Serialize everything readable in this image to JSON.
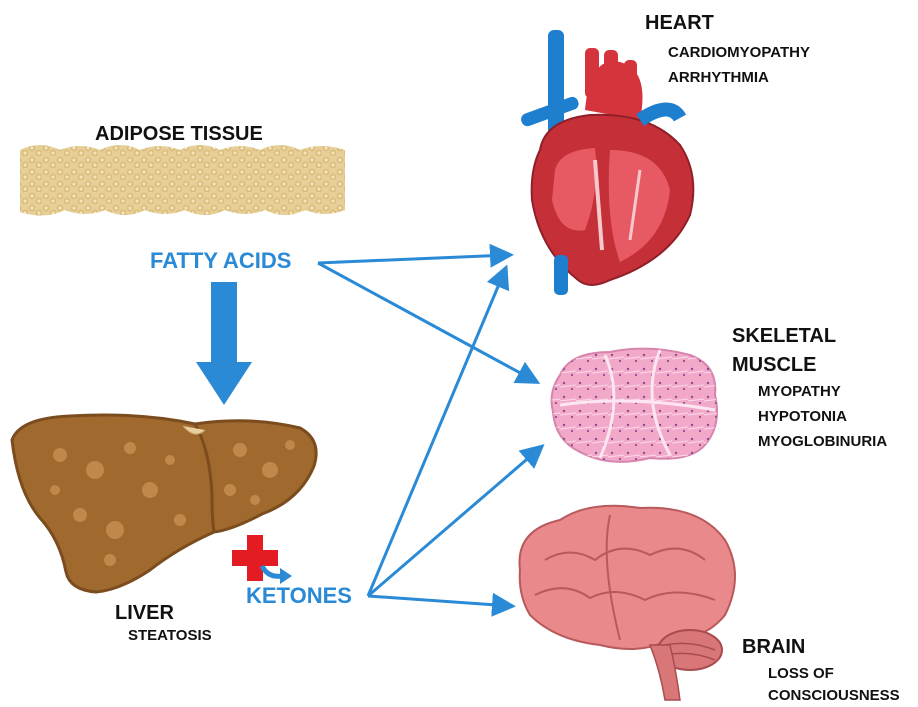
{
  "adipose": {
    "label": "ADIPOSE TISSUE"
  },
  "fatty_acids": {
    "label": "FATTY ACIDS"
  },
  "ketones": {
    "label": "KETONES"
  },
  "liver": {
    "label": "LIVER",
    "condition": "STEATOSIS"
  },
  "heart": {
    "label": "HEART",
    "conditions": [
      "CARDIOMYOPATHY",
      "ARRHYTHMIA"
    ]
  },
  "skeletal_muscle": {
    "label_line1": "SKELETAL",
    "label_line2": "MUSCLE",
    "conditions": [
      "MYOPATHY",
      "HYPOTONIA",
      "MYOGLOBINURIA"
    ]
  },
  "brain": {
    "label": "BRAIN",
    "condition_line1": "LOSS OF",
    "condition_line2": "CONSCIOUSNESS"
  },
  "colors": {
    "arrow": "#2a8ad6",
    "liver": "#a0692e",
    "heart": "#d6343d",
    "vessel_blue": "#1f7fcf",
    "muscle": "#f2a9c9",
    "brain": "#e9898b",
    "adipose": "#e7cf97",
    "cross": "#e31b23"
  },
  "icons": [
    "adipose-tissue-illustration",
    "liver-illustration",
    "heart-illustration",
    "skeletal-muscle-illustration",
    "brain-illustration",
    "red-cross-icon"
  ]
}
